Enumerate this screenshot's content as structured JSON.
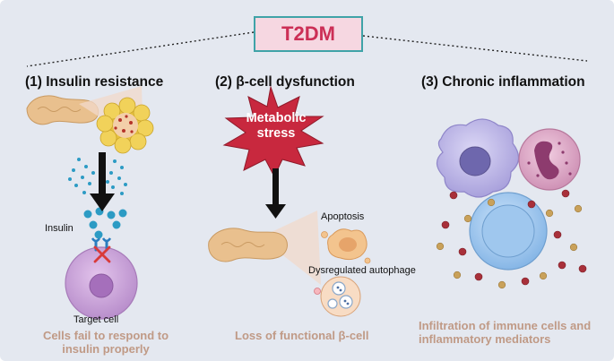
{
  "title": "T2DM",
  "panels": [
    {
      "heading": "(1) Insulin resistance",
      "labels": {
        "insulin": "Insulin",
        "target_cell": "Target cell"
      },
      "caption": "Cells fail to respond to insulin properly"
    },
    {
      "heading": "(2) β-cell dysfunction",
      "stress_label": "Metabolic stress",
      "labels": {
        "apoptosis": "Apoptosis",
        "autophage": "Dysregulated autophage"
      },
      "caption": "Loss of functional β-cell"
    },
    {
      "heading": "(3) Chronic inflammation",
      "caption": "Infiltration of immune cells and inflammatory mediators"
    }
  ],
  "colors": {
    "background": "#e4e8f0",
    "title_text": "#cc2f56",
    "title_fill": "#f6d7e1",
    "title_border": "#3fa3a8",
    "caption_text": "#c09a86",
    "starburst": "#c8283e",
    "pancreas": "#e9c08e",
    "insulin_dot": "#2c9bc4",
    "target_cell": "#c99ed8",
    "macrophage": "#bdb6e6",
    "neutrophil": "#d9a5c5",
    "lymphocyte": "#9fc7ee"
  }
}
